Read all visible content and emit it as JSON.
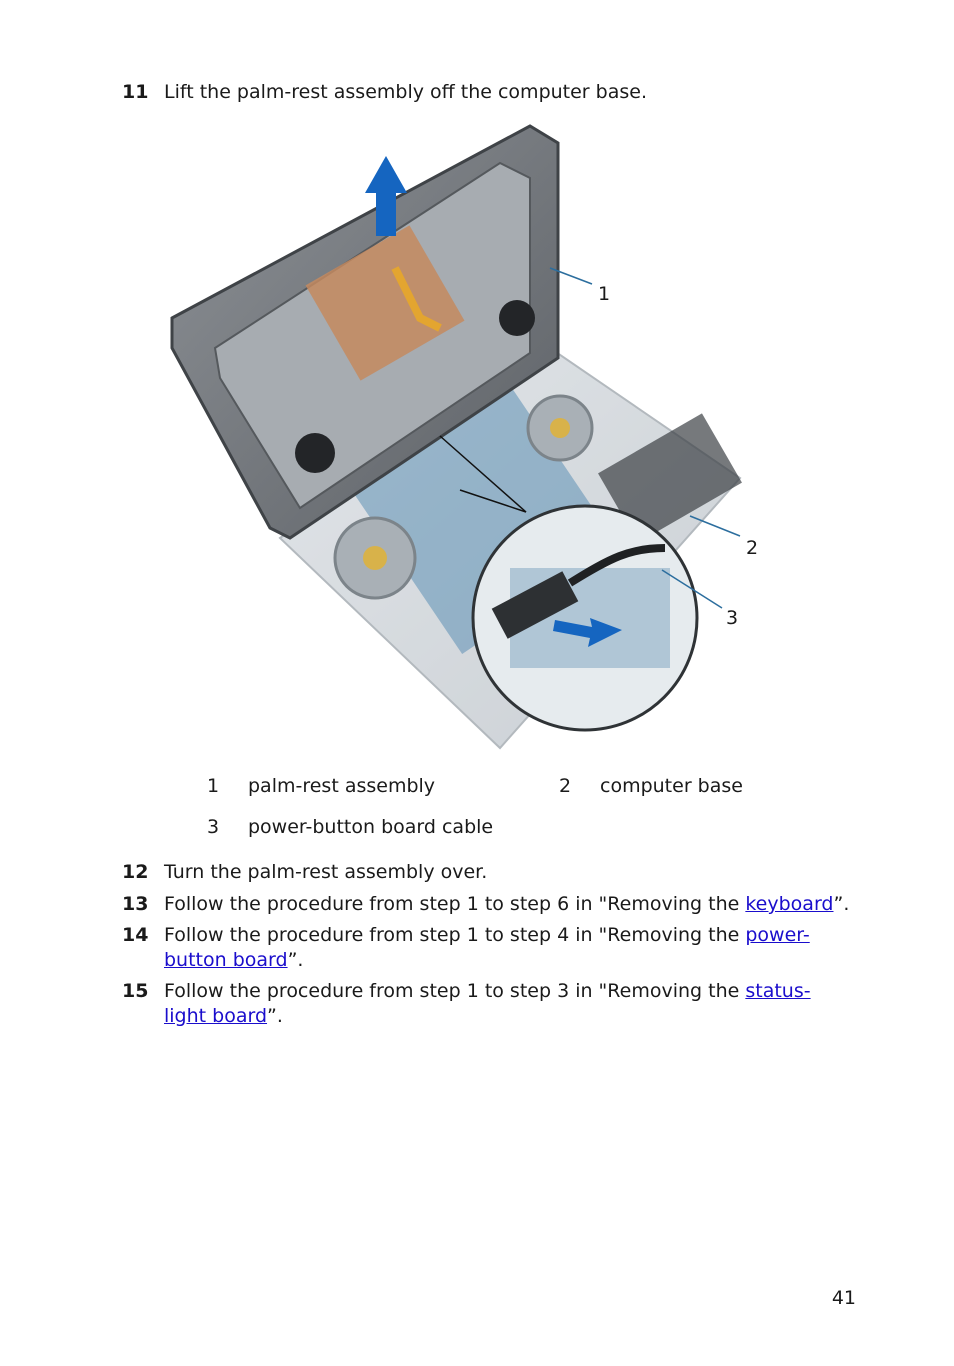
{
  "steps": [
    {
      "num": "11",
      "text": "Lift the palm-rest assembly off the computer base."
    },
    {
      "num": "12",
      "text": "Turn the palm-rest assembly over."
    },
    {
      "num": "13",
      "before": "Follow the procedure from step 1 to step 6 in \"Removing the ",
      "link": "keyboard",
      "after": "”."
    },
    {
      "num": "14",
      "before": "Follow the procedure from step 1 to step 4 in \"Removing the ",
      "link": "power-button board",
      "after": "”."
    },
    {
      "num": "15",
      "before": "Follow the procedure from step 1 to step 3 in \"Removing the ",
      "link": "status-light board",
      "after": "”."
    }
  ],
  "callouts": [
    {
      "num": "1",
      "label": "palm-rest assembly"
    },
    {
      "num": "2",
      "label": "computer base"
    },
    {
      "num": "3",
      "label": "power-button board cable"
    }
  ],
  "page_number": "41",
  "colors": {
    "link": "#1a0dcc",
    "arrow": "#1565c0"
  }
}
